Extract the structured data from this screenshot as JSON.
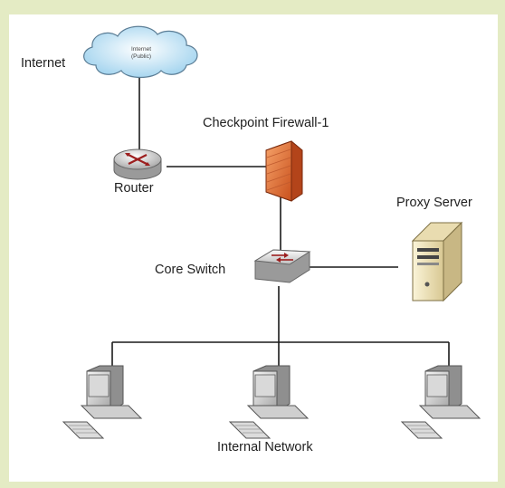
{
  "diagram": {
    "labels": {
      "internet": "Internet",
      "cloud_line1": "Internet",
      "cloud_line2": "(Public)",
      "router": "Router",
      "firewall": "Checkpoint  Firewall-1",
      "proxy_server": "Proxy Server",
      "core_switch": "Core Switch",
      "internal_network": "Internal Network"
    },
    "nodes": [
      {
        "id": "internet-cloud",
        "type": "cloud"
      },
      {
        "id": "router",
        "type": "router"
      },
      {
        "id": "firewall",
        "type": "firewall"
      },
      {
        "id": "core-switch",
        "type": "switch"
      },
      {
        "id": "proxy-server",
        "type": "server"
      },
      {
        "id": "pc-1",
        "type": "workstation"
      },
      {
        "id": "pc-2",
        "type": "workstation"
      },
      {
        "id": "pc-3",
        "type": "workstation"
      }
    ],
    "edges": [
      {
        "from": "internet-cloud",
        "to": "router"
      },
      {
        "from": "router",
        "to": "firewall"
      },
      {
        "from": "firewall",
        "to": "core-switch"
      },
      {
        "from": "core-switch",
        "to": "proxy-server"
      },
      {
        "from": "core-switch",
        "to": "pc-1"
      },
      {
        "from": "core-switch",
        "to": "pc-2"
      },
      {
        "from": "core-switch",
        "to": "pc-3"
      }
    ],
    "colors": {
      "frame": "#e4ebc4",
      "line": "#1a1a1a",
      "cloud": "#bfe2f5",
      "firewall": "#e06a2a",
      "server": "#f2e6bc"
    }
  }
}
